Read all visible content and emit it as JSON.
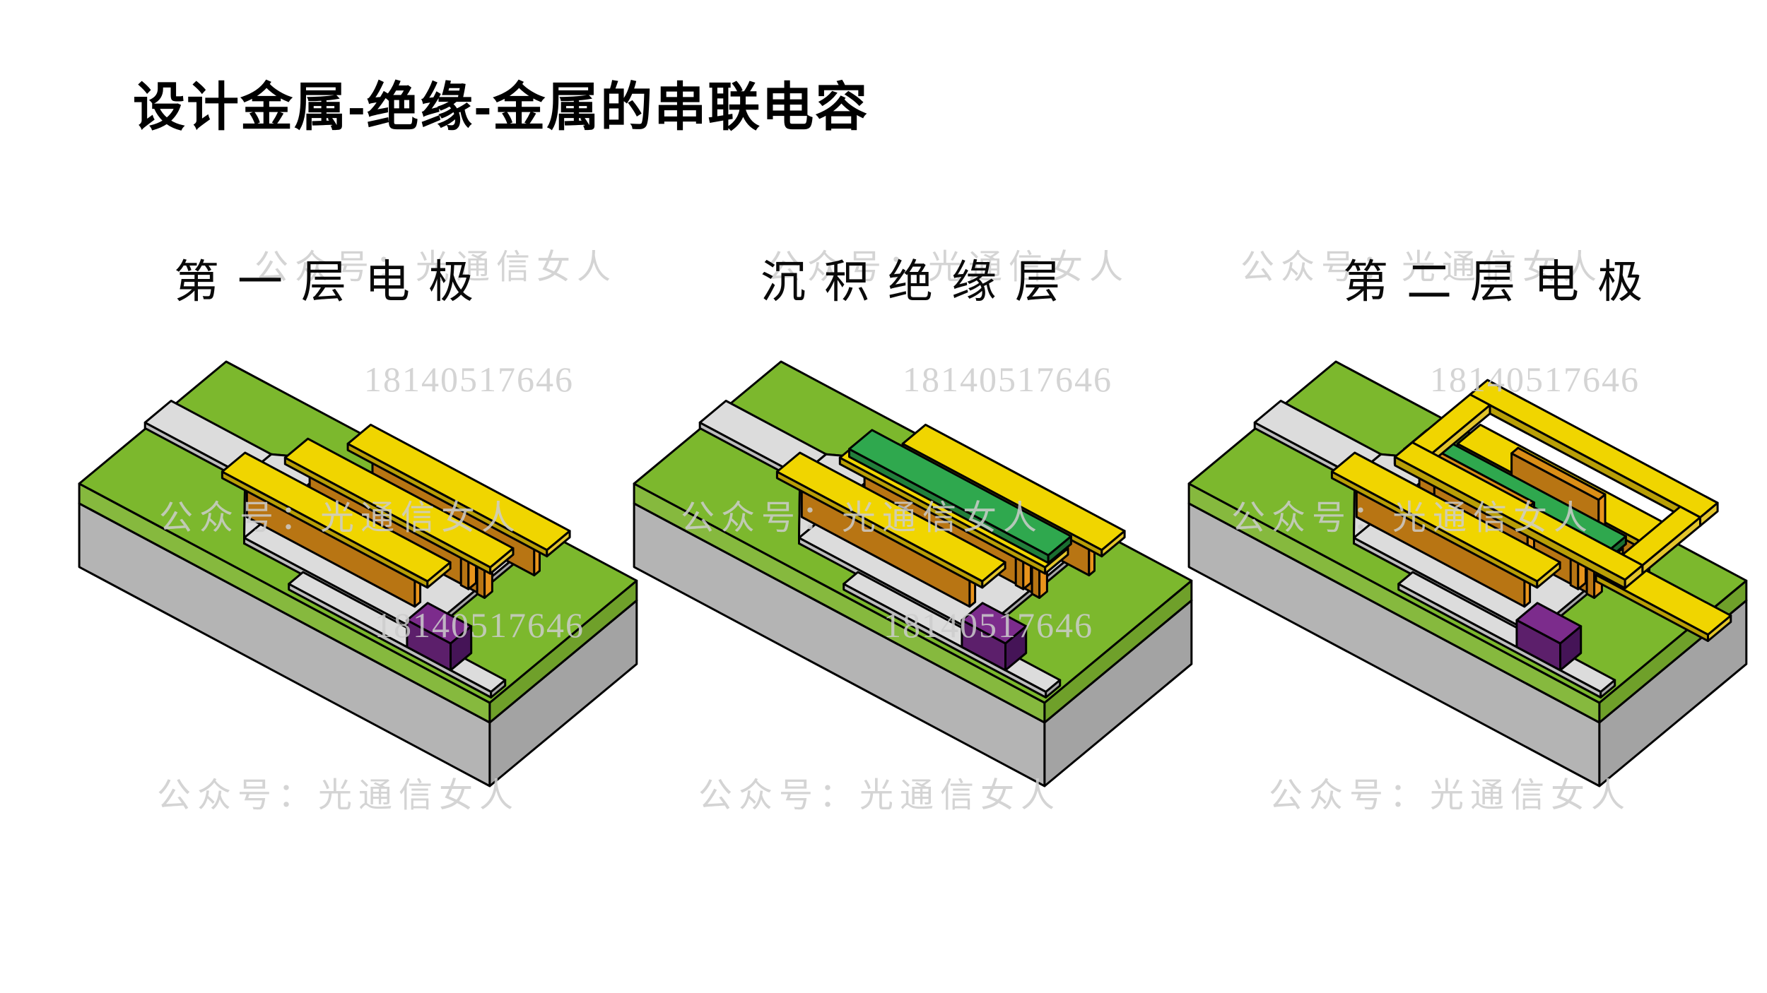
{
  "title": "设计金属-绝缘-金属的串联电容",
  "steps": [
    {
      "label": "第一层电极"
    },
    {
      "label": "沉积绝缘层"
    },
    {
      "label": "第二层电极"
    }
  ],
  "watermarks": {
    "brand": "公众号：光通信女人",
    "number": "18140517646"
  },
  "colors": {
    "outline": "#000000",
    "green": {
      "t": "#7cb82d",
      "l": "#86b93e",
      "r": "#6fa02a"
    },
    "base": {
      "t": "#c9c9c9",
      "l": "#b4b4b4",
      "r": "#a3a3a3"
    },
    "pad": {
      "t": "#dcdcdc",
      "l": "#bdbdbd",
      "r": "#a6a6a6"
    },
    "yellow": {
      "t": "#f0d500",
      "l": "#b89e06",
      "r": "#e3c52c"
    },
    "orange": {
      "t": "#da8e16",
      "l": "#b87513",
      "r": "#e8941c"
    },
    "purple": {
      "t": "#7c2c8c",
      "l": "#5c1f6b",
      "r": "#451457"
    },
    "ins": {
      "t": "#2fa84e",
      "l": "#227f3b",
      "r": "#1a6e30"
    }
  }
}
